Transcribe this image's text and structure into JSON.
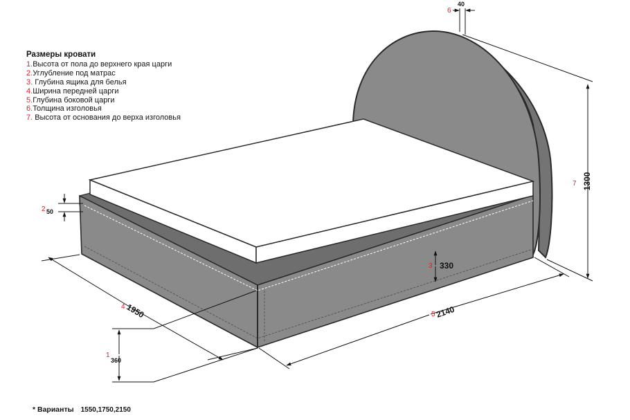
{
  "legend": {
    "title": "Размеры кровати",
    "items": [
      {
        "num": "1.",
        "text": "Высота от пола до верхнего края царги"
      },
      {
        "num": "2.",
        "text": "Углубление под матрас"
      },
      {
        "num": "3.",
        "text": " Глубина ящика для белья"
      },
      {
        "num": "4.",
        "text": "Ширина передней царги"
      },
      {
        "num": "5.",
        "text": "Глубина боковой царги"
      },
      {
        "num": "6.",
        "text": "Толщина изголовья"
      },
      {
        "num": "7.",
        "text": " Высота от основания до верха изголовья"
      }
    ]
  },
  "dimensions": {
    "d1": {
      "marker": "1",
      "value": "360"
    },
    "d2": {
      "marker": "2",
      "value": "50"
    },
    "d3": {
      "marker": "3",
      "value": "330"
    },
    "d4": {
      "marker": "4",
      "value": "1950"
    },
    "d5": {
      "marker": "5",
      "value": "2140"
    },
    "d6": {
      "marker": "6",
      "value": "40"
    },
    "d7": {
      "marker": "7",
      "value": "1300"
    }
  },
  "footnote": {
    "label": "* Варианты",
    "values": "1550,1750,2150"
  },
  "colors": {
    "frame": "#8a8a8a",
    "frame_dark": "#747474",
    "outline": "#2a2a2a",
    "mattress": "#ffffff",
    "marker": "#d6232a"
  }
}
